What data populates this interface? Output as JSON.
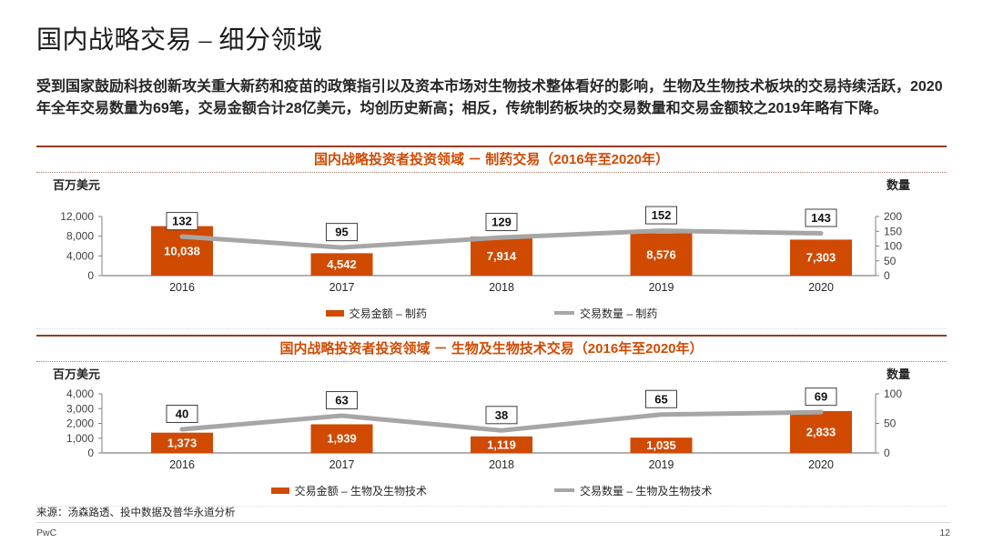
{
  "page": {
    "title": "国内战略交易 – 细分领域",
    "intro": "受到国家鼓励科技创新攻关重大新药和疫苗的政策指引以及资本市场对生物技术整体看好的影响，生物及生物技术板块的交易持续活跃，2020年全年交易数量为69笔，交易金额合计28亿美元，均创历史新高；相反，传统制药板块的交易数量和交易金额较之2019年略有下降。",
    "source": "来源：汤森路透、投中数据及普华永道分析",
    "brand": "PwC",
    "page_number": "12"
  },
  "colors": {
    "bar": "#d04a02",
    "line": "#a6a6a6",
    "rule": "#963b24",
    "dotted": "#b07a63",
    "chart_title": "#d04a02",
    "axis": "#808080",
    "baseline": "#b0b0b0",
    "text": "#262626",
    "bar_label": "#ffffff",
    "box_border": "#3f3f3f"
  },
  "chart_data": [
    {
      "type": "bar+line",
      "title": "国内战略投资者投资领域 － 制药交易（2016年至2020年）",
      "categories": [
        "2016",
        "2017",
        "2018",
        "2019",
        "2020"
      ],
      "series": [
        {
          "kind": "bar",
          "name": "交易金额 – 制药",
          "axis": "left",
          "values": [
            10038,
            4542,
            7914,
            8576,
            7303
          ],
          "labels": [
            "10,038",
            "4,542",
            "7,914",
            "8,576",
            "7,303"
          ]
        },
        {
          "kind": "line",
          "name": "交易数量 – 制药",
          "axis": "right",
          "values": [
            132,
            95,
            129,
            152,
            143
          ],
          "labels": [
            "132",
            "95",
            "129",
            "152",
            "143"
          ]
        }
      ],
      "left_axis": {
        "label": "百万美元",
        "max": 12000,
        "ticks": [
          "12,000",
          "8,000",
          "4,000",
          "0"
        ]
      },
      "right_axis": {
        "label": "数量",
        "max": 200,
        "ticks": [
          "200",
          "150",
          "100",
          "50",
          "0"
        ]
      },
      "grid": false,
      "legend_position": "bottom"
    },
    {
      "type": "bar+line",
      "title": "国内战略投资者投资领域 － 生物及生物技术交易（2016年至2020年）",
      "categories": [
        "2016",
        "2017",
        "2018",
        "2019",
        "2020"
      ],
      "series": [
        {
          "kind": "bar",
          "name": "交易金额 – 生物及生物技术",
          "axis": "left",
          "values": [
            1373,
            1939,
            1119,
            1035,
            2833
          ],
          "labels": [
            "1,373",
            "1,939",
            "1,119",
            "1,035",
            "2,833"
          ]
        },
        {
          "kind": "line",
          "name": "交易数量 – 生物及生物技术",
          "axis": "right",
          "values": [
            40,
            63,
            38,
            65,
            69
          ],
          "labels": [
            "40",
            "63",
            "38",
            "65",
            "69"
          ]
        }
      ],
      "left_axis": {
        "label": "百万美元",
        "max": 4000,
        "ticks": [
          "4,000",
          "3,000",
          "2,000",
          "1,000",
          "0"
        ]
      },
      "right_axis": {
        "label": "数量",
        "max": 100,
        "ticks": [
          "100",
          "50",
          "0"
        ]
      },
      "grid": false,
      "legend_position": "bottom"
    }
  ]
}
